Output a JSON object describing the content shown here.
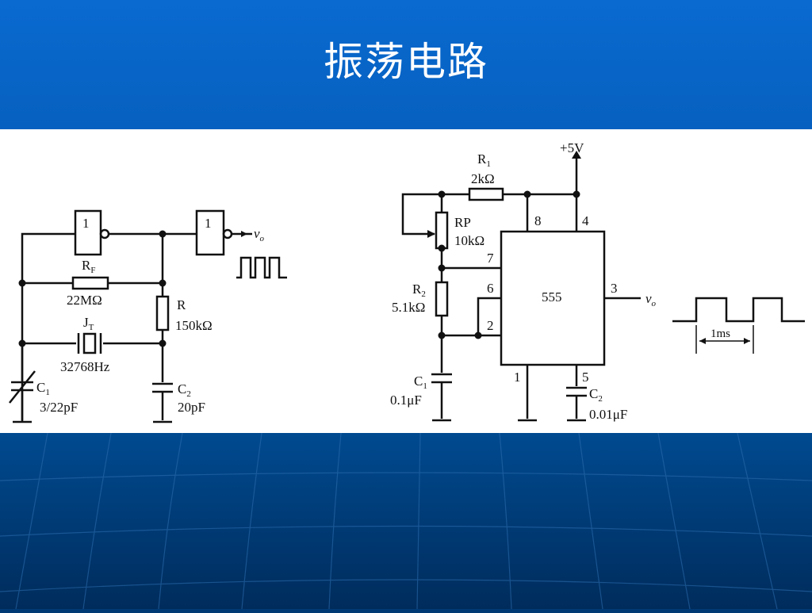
{
  "slide": {
    "title": "振荡电路"
  },
  "left_circuit": {
    "gate1_label": "1",
    "gate2_label": "1",
    "output_label": "v",
    "output_sub": "o",
    "rf_label": "R",
    "rf_sub": "F",
    "rf_value": "22MΩ",
    "crystal_label": "J",
    "crystal_sub": "T",
    "crystal_value": "32768Hz",
    "r_label": "R",
    "r_value": "150kΩ",
    "c1_label": "C",
    "c1_sub": "1",
    "c1_value": "3/22pF",
    "c2_label": "C",
    "c2_sub": "2",
    "c2_value": "20pF"
  },
  "right_circuit": {
    "supply_label": "+5V",
    "r1_label": "R",
    "r1_sub": "1",
    "r1_value": "2kΩ",
    "rp_label": "RP",
    "rp_value": "10kΩ",
    "r2_label": "R",
    "r2_sub": "2",
    "r2_value": "5.1kΩ",
    "c1_label": "C",
    "c1_sub": "1",
    "c1_value": "0.1μF",
    "c2_label": "C",
    "c2_sub": "2",
    "c2_value": "0.01μF",
    "chip_label": "555",
    "pin8": "8",
    "pin4": "4",
    "pin7": "7",
    "pin6": "6",
    "pin2": "2",
    "pin3": "3",
    "pin1": "1",
    "pin5": "5",
    "output_label": "v",
    "output_sub": "o",
    "period_label": "1ms"
  },
  "colors": {
    "title_bg": "#0a64c8",
    "footer_bg": "#003a74",
    "figure_bg": "#ffffff"
  }
}
